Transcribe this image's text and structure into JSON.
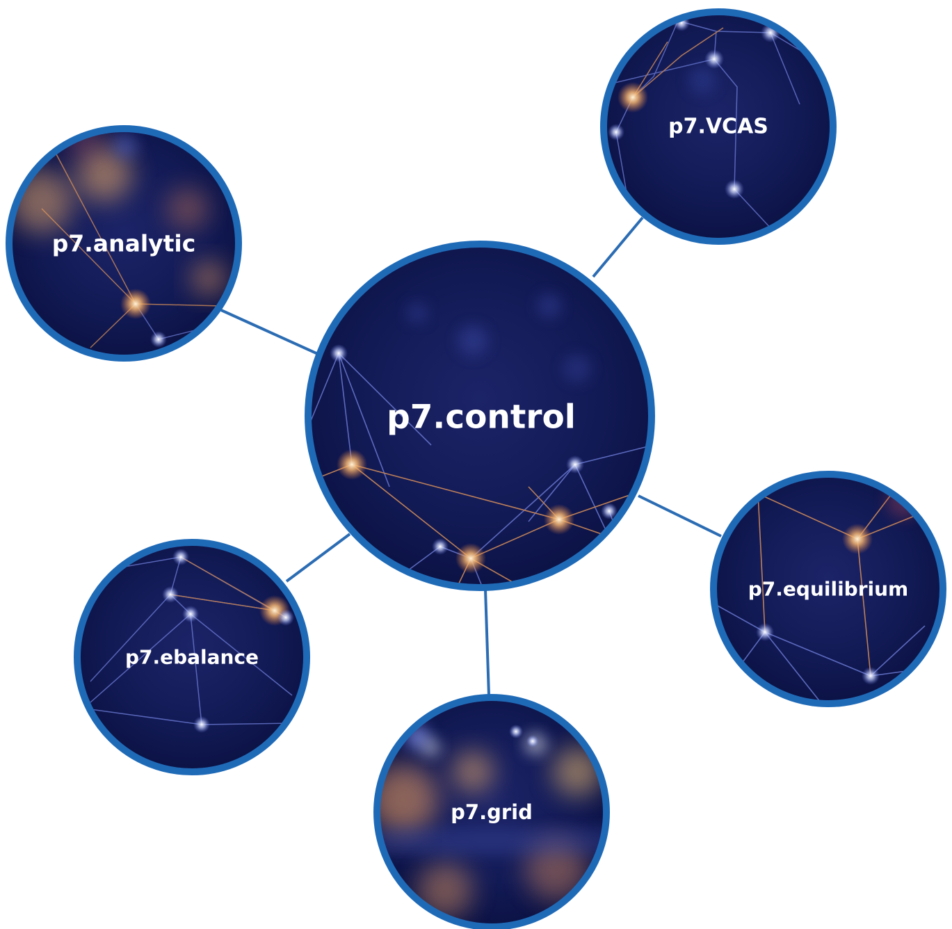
{
  "colors": {
    "ring": "#1f6ab7",
    "connector": "#2b6cb3",
    "node_fill_dark": "#0b1140",
    "node_fill_mid": "#1a2466",
    "glow_warm": "#f0b070",
    "glow_cool": "#ffffff",
    "line_warm": "#e89a5a",
    "line_cool": "#6f7fd9"
  },
  "center": {
    "label": "p7.control"
  },
  "satellites": [
    {
      "id": "vcas",
      "label": "p7.VCAS"
    },
    {
      "id": "analytic",
      "label": "p7.analytic"
    },
    {
      "id": "equilibrium",
      "label": "p7.equilibrium"
    },
    {
      "id": "ebalance",
      "label": "p7.ebalance"
    },
    {
      "id": "grid",
      "label": "p7.grid"
    }
  ]
}
